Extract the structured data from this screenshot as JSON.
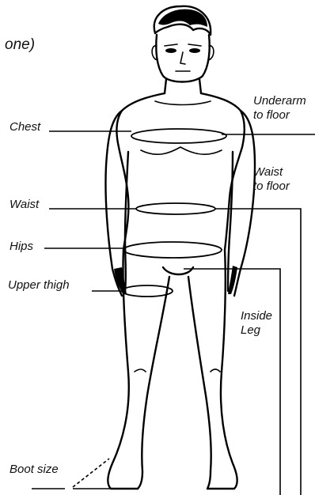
{
  "header_fragment": "one)",
  "labels": {
    "chest": "Chest",
    "waist": "Waist",
    "hips": "Hips",
    "upper_thigh": "Upper thigh",
    "boot_size": "Boot size",
    "underarm_to_floor": [
      "Underarm",
      "to floor"
    ],
    "waist_to_floor": [
      "Waist",
      "to floor"
    ],
    "inside_leg": [
      "Inside",
      "Leg"
    ]
  }
}
